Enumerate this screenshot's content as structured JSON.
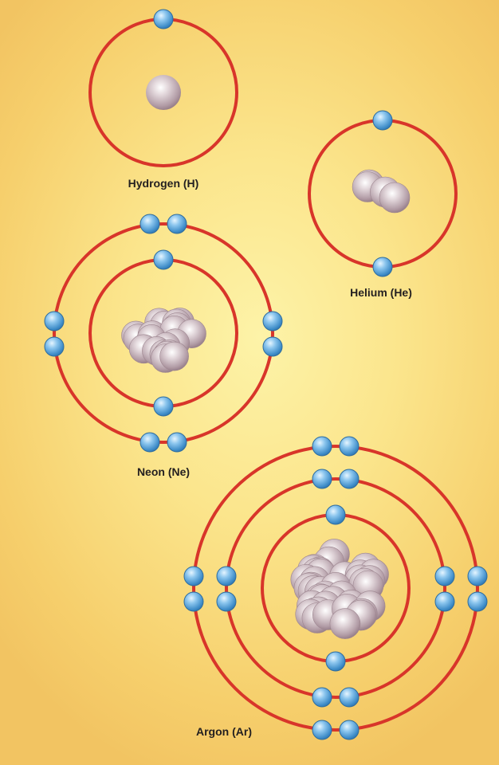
{
  "atoms": [
    {
      "id": "hydrogen",
      "label": "Hydrogen (H)",
      "shells": [
        1
      ],
      "nucleus_particles": 1
    },
    {
      "id": "helium",
      "label": "Helium (He)",
      "shells": [
        2
      ],
      "nucleus_particles": 4
    },
    {
      "id": "neon",
      "label": "Neon (Ne)",
      "shells": [
        2,
        8
      ],
      "nucleus_particles": 20
    },
    {
      "id": "argon",
      "label": "Argon (Ar)",
      "shells": [
        2,
        8,
        8
      ],
      "nucleus_particles": 40
    }
  ],
  "colors": {
    "orbit": "#d8352a",
    "electron": "#4f9ed6",
    "nucleus": "#c9b6be",
    "background": "#fbe58c"
  }
}
